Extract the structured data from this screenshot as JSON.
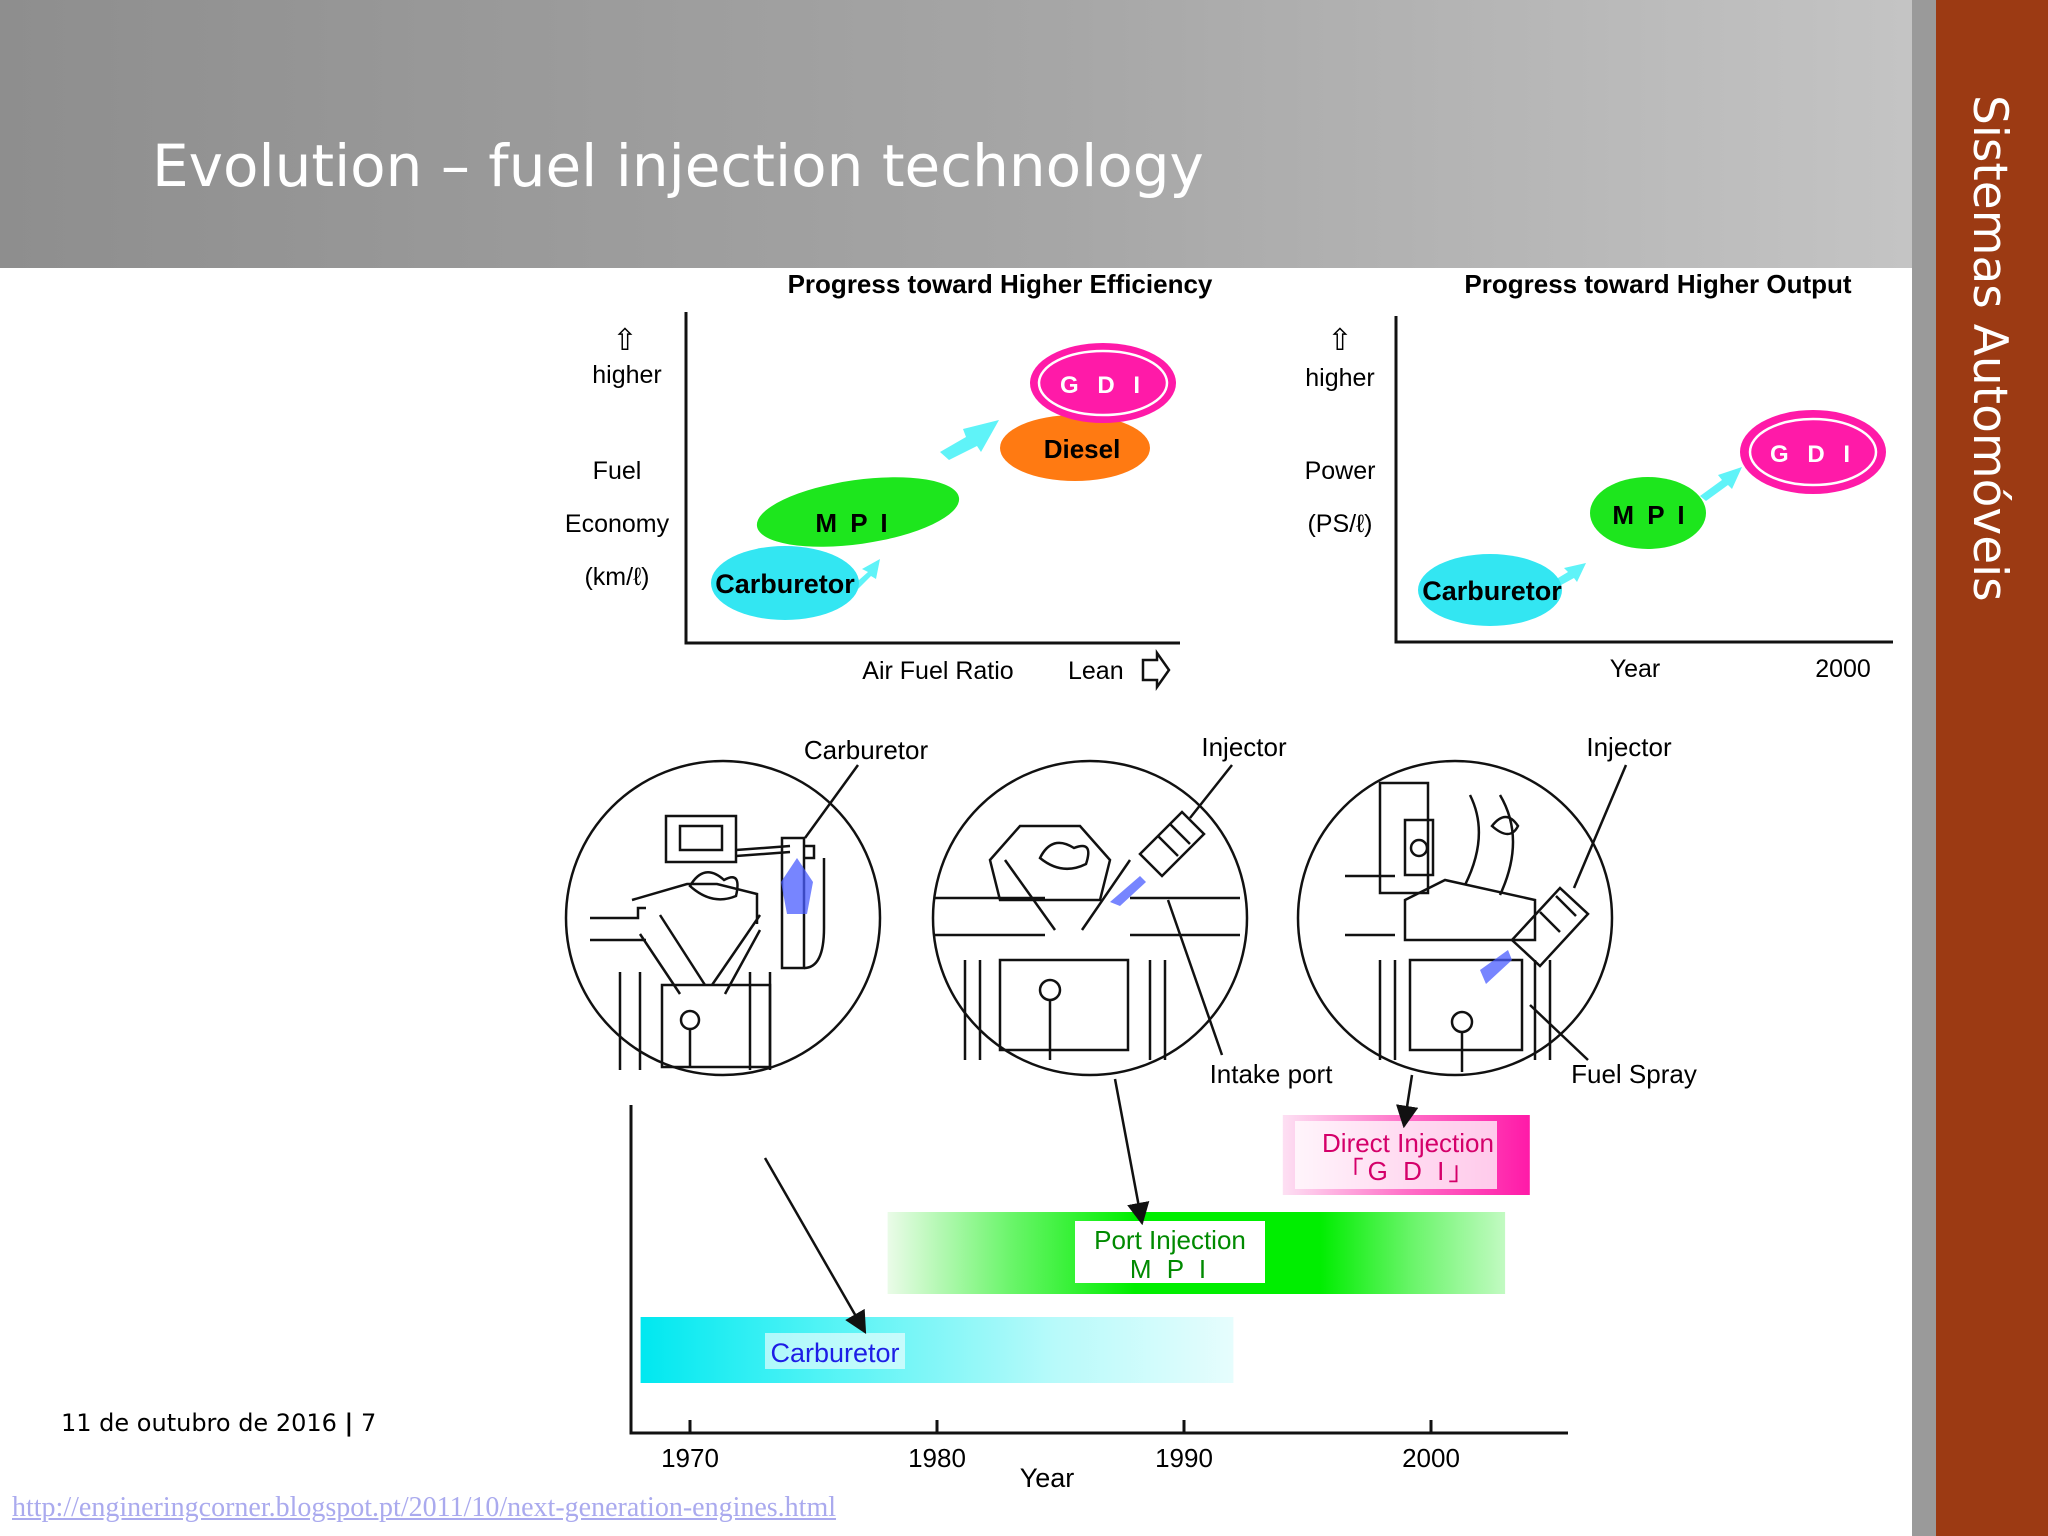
{
  "slide": {
    "title": "Evolution – fuel injection technology",
    "sidebar_text": "Sistemas Automóveis",
    "footer_date": "11 de outubro de 2016",
    "footer_separator": "|",
    "page_number": "7",
    "source_url": "http://engineringcorner.blogspot.pt/2011/10/next-generation-engines.html",
    "colors": {
      "sidebar": "#9c3a13",
      "header": "#a0a0a0"
    }
  },
  "efficiency_chart": {
    "title": "Progress toward Higher Efficiency",
    "y_arrow": "⇧",
    "y_higher": "higher",
    "y_label_1": "Fuel",
    "y_label_2": "Economy",
    "y_label_3": "(km/ℓ)",
    "x_label": "Air Fuel Ratio",
    "x_lean": "Lean",
    "items": [
      {
        "label": "Carburetor",
        "color": "#33e6f2"
      },
      {
        "label": "M P I",
        "color": "#1de61d"
      },
      {
        "label": "Diesel",
        "color": "#ff7a12"
      },
      {
        "label": "G D I",
        "color": "#ff1aa8"
      }
    ]
  },
  "output_chart": {
    "title": "Progress toward Higher Output",
    "y_arrow": "⇧",
    "y_higher": "higher",
    "y_label_1": "Power",
    "y_label_2": "(PS/ℓ)",
    "x_label": "Year",
    "x_end": "2000",
    "items": [
      {
        "label": "Carburetor",
        "color": "#33e6f2"
      },
      {
        "label": "M P I",
        "color": "#1de61d"
      },
      {
        "label": "G D I",
        "color": "#ff1aa8"
      }
    ]
  },
  "diagrams": {
    "carburetor_label": "Carburetor",
    "injector_label_1": "Injector",
    "injector_label_2": "Injector",
    "intake_port_label": "Intake port",
    "fuel_spray_label": "Fuel Spray"
  },
  "timeline": {
    "x_label": "Year",
    "ticks": [
      "1970",
      "1980",
      "1990",
      "2000"
    ],
    "bars": [
      {
        "line1": "Carburetor",
        "line2": "",
        "color": "#33f2f2",
        "start": 1968,
        "end": 1992
      },
      {
        "line1": "Port Injection",
        "line2": "M P I",
        "color": "#00ee00",
        "start": 1978,
        "end": 2003
      },
      {
        "line1": "Direct Injection",
        "line2": "「G D I」",
        "color": "#ff1aa8",
        "start": 1994,
        "end": 2004
      }
    ]
  }
}
